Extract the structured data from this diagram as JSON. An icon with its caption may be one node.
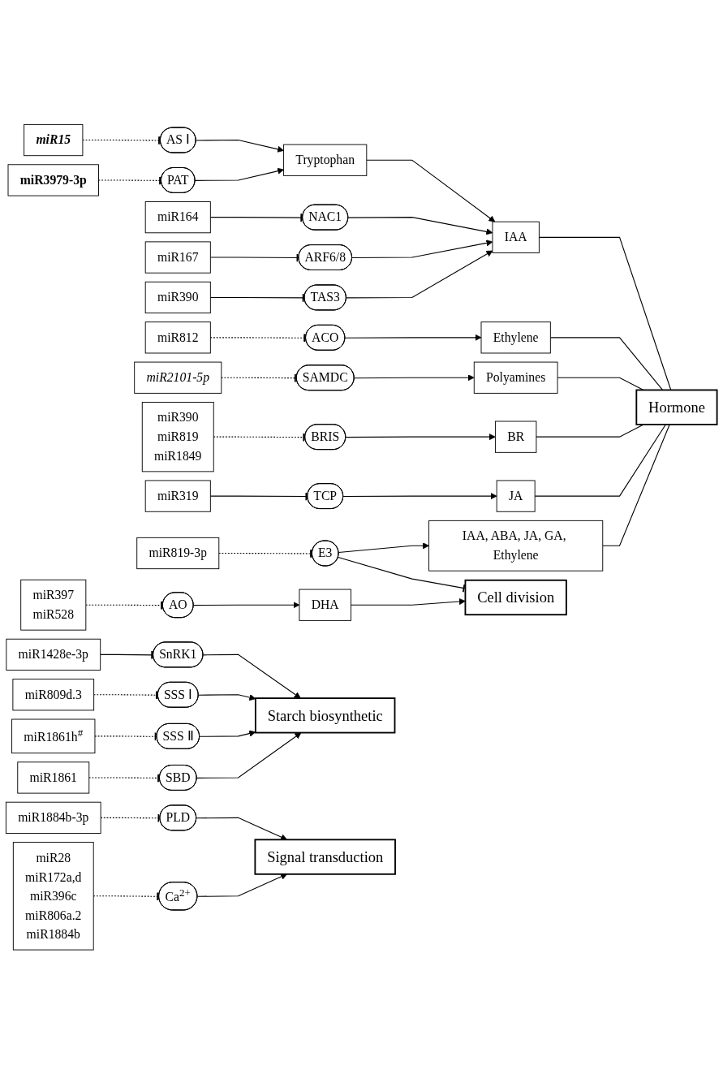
{
  "diagram": {
    "nodes": [
      {
        "text": [
          "miR15"
        ]
      },
      {
        "text": [
          "AS Ⅰ"
        ]
      },
      {
        "text": [
          "miR3979-3p"
        ]
      },
      {
        "text": [
          "PAT"
        ]
      },
      {
        "text": [
          "Tryptophan"
        ]
      },
      {
        "text": [
          "miR164"
        ]
      },
      {
        "text": [
          "NAC1"
        ]
      },
      {
        "text": [
          "miR167"
        ]
      },
      {
        "text": [
          "ARF6/8"
        ]
      },
      {
        "text": [
          "IAA"
        ]
      },
      {
        "text": [
          "miR390"
        ]
      },
      {
        "text": [
          "TAS3"
        ]
      },
      {
        "text": [
          "miR812"
        ]
      },
      {
        "text": [
          "ACO"
        ]
      },
      {
        "text": [
          "Ethylene"
        ]
      },
      {
        "text": [
          "miR2101-5p"
        ]
      },
      {
        "text": [
          "SAMDC"
        ]
      },
      {
        "text": [
          "Polyamines"
        ]
      },
      {
        "text": [
          "Hormone"
        ]
      },
      {
        "text": [
          "miR390",
          "miR819",
          "miR1849"
        ]
      },
      {
        "text": [
          "BRIS"
        ]
      },
      {
        "text": [
          "BR"
        ]
      },
      {
        "text": [
          "miR319"
        ]
      },
      {
        "text": [
          "TCP"
        ]
      },
      {
        "text": [
          "JA"
        ]
      },
      {
        "text": [
          "IAA, ABA, JA, GA, Ethylene"
        ]
      },
      {
        "text": [
          "miR819-3p"
        ]
      },
      {
        "text": [
          "E3"
        ]
      },
      {
        "text": [
          "Cell division"
        ]
      },
      {
        "text": [
          "miR397",
          "miR528"
        ]
      },
      {
        "text": [
          "AO"
        ]
      },
      {
        "text": [
          "DHA"
        ]
      },
      {
        "text": [
          "miR1428e-3p"
        ]
      },
      {
        "text": [
          "SnRK1"
        ]
      },
      {
        "text": [
          "Starch biosynthetic"
        ]
      },
      {
        "text": [
          "miR809d.3"
        ]
      },
      {
        "text": [
          "SSS Ⅰ"
        ]
      },
      {
        "text": [
          "miR1861h$^{#}$"
        ]
      },
      {
        "text": [
          "SSS Ⅱ"
        ]
      },
      {
        "text": [
          "miR1861"
        ]
      },
      {
        "text": [
          "SBD"
        ]
      },
      {
        "text": [
          "miR1884b-3p"
        ]
      },
      {
        "text": [
          "PLD"
        ]
      },
      {
        "text": [
          "Signal transduction"
        ]
      },
      {
        "text": [
          "miR28",
          "miR172a,d",
          "miR396c",
          "miR806a.2",
          "miR1884b"
        ]
      },
      {
        "text": [
          "Ca$^{2+}$"
        ]
      }
    ],
    "edges": [
      {
        "from": 0,
        "to": 1,
        "arrow": "other",
        "style": "dashed"
      },
      {
        "from": 2,
        "to": 3,
        "arrow": "other",
        "style": "dashed"
      },
      {
        "from": 1,
        "to": 4,
        "arrow": "to"
      },
      {
        "from": 3,
        "to": 4,
        "arrow": "to"
      },
      {
        "from": 4,
        "to": 9,
        "arrow": "to"
      },
      {
        "from": 5,
        "to": 6,
        "arrow": "other"
      },
      {
        "from": 7,
        "to": 8,
        "arrow": "other"
      },
      {
        "from": 10,
        "to": 11,
        "arrow": "other"
      },
      {
        "from": 6,
        "to": 9,
        "arrow": "to"
      },
      {
        "from": 8,
        "to": 9,
        "arrow": "to"
      },
      {
        "from": 11,
        "to": 9,
        "arrow": "to"
      },
      {
        "from": 12,
        "to": 13,
        "arrow": "other",
        "style": "dashed"
      },
      {
        "from": 13,
        "to": 14,
        "arrow": "to"
      },
      {
        "from": 15,
        "to": 16,
        "arrow": "other",
        "style": "dashed"
      },
      {
        "from": 16,
        "to": 17,
        "arrow": "to"
      },
      {
        "from": 19,
        "to": 20,
        "arrow": "other",
        "style": "dashed"
      },
      {
        "from": 20,
        "to": 21,
        "arrow": "to"
      },
      {
        "from": 22,
        "to": 23,
        "arrow": "other"
      },
      {
        "from": 23,
        "to": 24,
        "arrow": "to"
      },
      {
        "from": 9,
        "to": 18,
        "arrow": "none"
      },
      {
        "from": 14,
        "to": 18,
        "arrow": "none"
      },
      {
        "from": 17,
        "to": 18,
        "arrow": "none"
      },
      {
        "from": 21,
        "to": 18,
        "arrow": "none"
      },
      {
        "from": 24,
        "to": 18,
        "arrow": "none"
      },
      {
        "from": 25,
        "to": 18,
        "arrow": "none"
      },
      {
        "from": 26,
        "to": 27,
        "arrow": "other",
        "style": "dashed"
      },
      {
        "from": 27,
        "to": 25,
        "arrow": "to"
      },
      {
        "from": 27,
        "to": 28,
        "arrow": "other"
      },
      {
        "from": 29,
        "to": 30,
        "arrow": "other",
        "style": "dashed"
      },
      {
        "from": 30,
        "to": 31,
        "arrow": "to"
      },
      {
        "from": 31,
        "to": 28,
        "arrow": "to"
      },
      {
        "from": 32,
        "to": 33,
        "arrow": "other"
      },
      {
        "from": 35,
        "to": 36,
        "arrow": "other",
        "style": "dashed"
      },
      {
        "from": 37,
        "to": 38,
        "arrow": "other",
        "style": "dashed"
      },
      {
        "from": 39,
        "to": 40,
        "arrow": "other",
        "style": "dashed"
      },
      {
        "from": 33,
        "to": 34,
        "arrow": "to"
      },
      {
        "from": 36,
        "to": 34,
        "arrow": "to"
      },
      {
        "from": 38,
        "to": 34,
        "arrow": "to"
      },
      {
        "from": 40,
        "to": 34,
        "arrow": "to"
      },
      {
        "from": 41,
        "to": 42,
        "arrow": "other",
        "style": "dashed"
      },
      {
        "from": 44,
        "to": 45,
        "arrow": "other",
        "style": "dashed"
      },
      {
        "from": 42,
        "to": 43,
        "arrow": "to"
      },
      {
        "from": 45,
        "to": 43,
        "arrow": "to"
      }
    ]
  }
}
